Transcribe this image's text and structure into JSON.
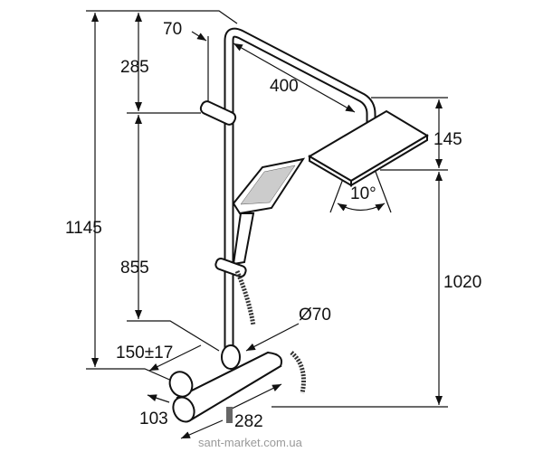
{
  "diagram": {
    "title": "Shower system dimension drawing",
    "dimensions": {
      "total_height": "1145",
      "top_to_holder": "285",
      "holder_to_mixer": "855",
      "wall_offset": "70",
      "arm_length": "400",
      "head_height": "145",
      "head_tilt": "10°",
      "head_to_floor_ref": "1020",
      "pipe_diameter": "Ø70",
      "inlet_spacing": "150±17",
      "mixer_depth": "103",
      "mixer_width": "282"
    },
    "watermark": "sant-market.com.ua"
  }
}
